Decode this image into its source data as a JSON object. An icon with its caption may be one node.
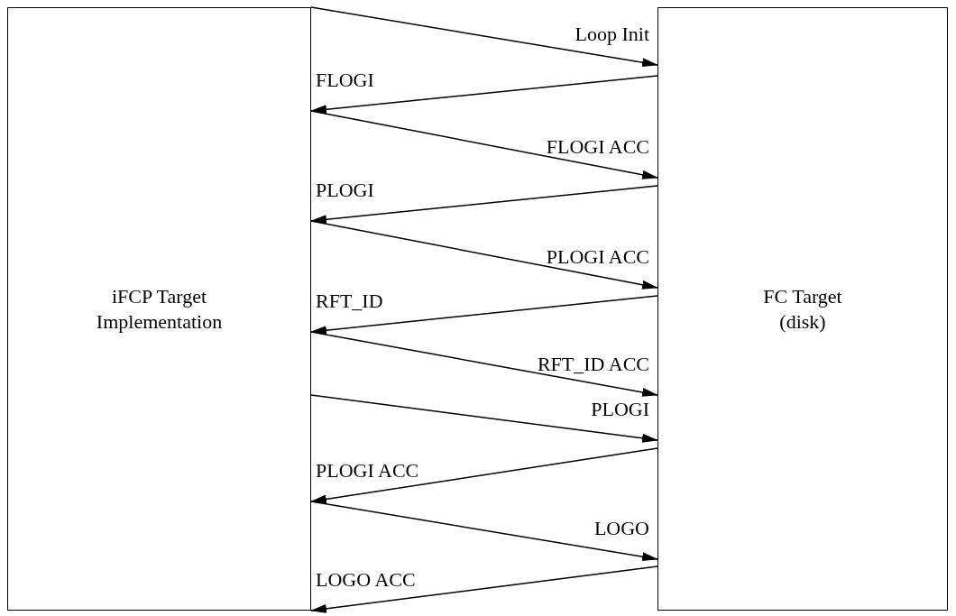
{
  "diagram": {
    "nodes": [
      {
        "text": [
          "iFCP Target Implementation"
        ]
      },
      {
        "text": [
          "FC Target (disk)"
        ]
      }
    ],
    "edges": [
      {
        "from": 0,
        "to": 1,
        "arrow": "to",
        "label": "Loop Init"
      },
      {
        "from": 1,
        "to": 0,
        "arrow": "to",
        "label": "FLOGI"
      },
      {
        "from": 0,
        "to": 1,
        "arrow": "to",
        "label": "FLOGI ACC"
      },
      {
        "from": 1,
        "to": 0,
        "arrow": "to",
        "label": "PLOGI"
      },
      {
        "from": 0,
        "to": 1,
        "arrow": "to",
        "label": "PLOGI ACC"
      },
      {
        "from": 1,
        "to": 0,
        "arrow": "to",
        "label": "RFT_ID"
      },
      {
        "from": 0,
        "to": 1,
        "arrow": "to",
        "label": "RFT_ID ACC"
      },
      {
        "from": 0,
        "to": 1,
        "arrow": "to",
        "label": "PLOGI"
      },
      {
        "from": 1,
        "to": 0,
        "arrow": "to",
        "label": "PLOGI ACC"
      },
      {
        "from": 0,
        "to": 1,
        "arrow": "to",
        "label": "LOGO"
      },
      {
        "from": 1,
        "to": 0,
        "arrow": "to",
        "label": "LOGO ACC"
      }
    ]
  }
}
